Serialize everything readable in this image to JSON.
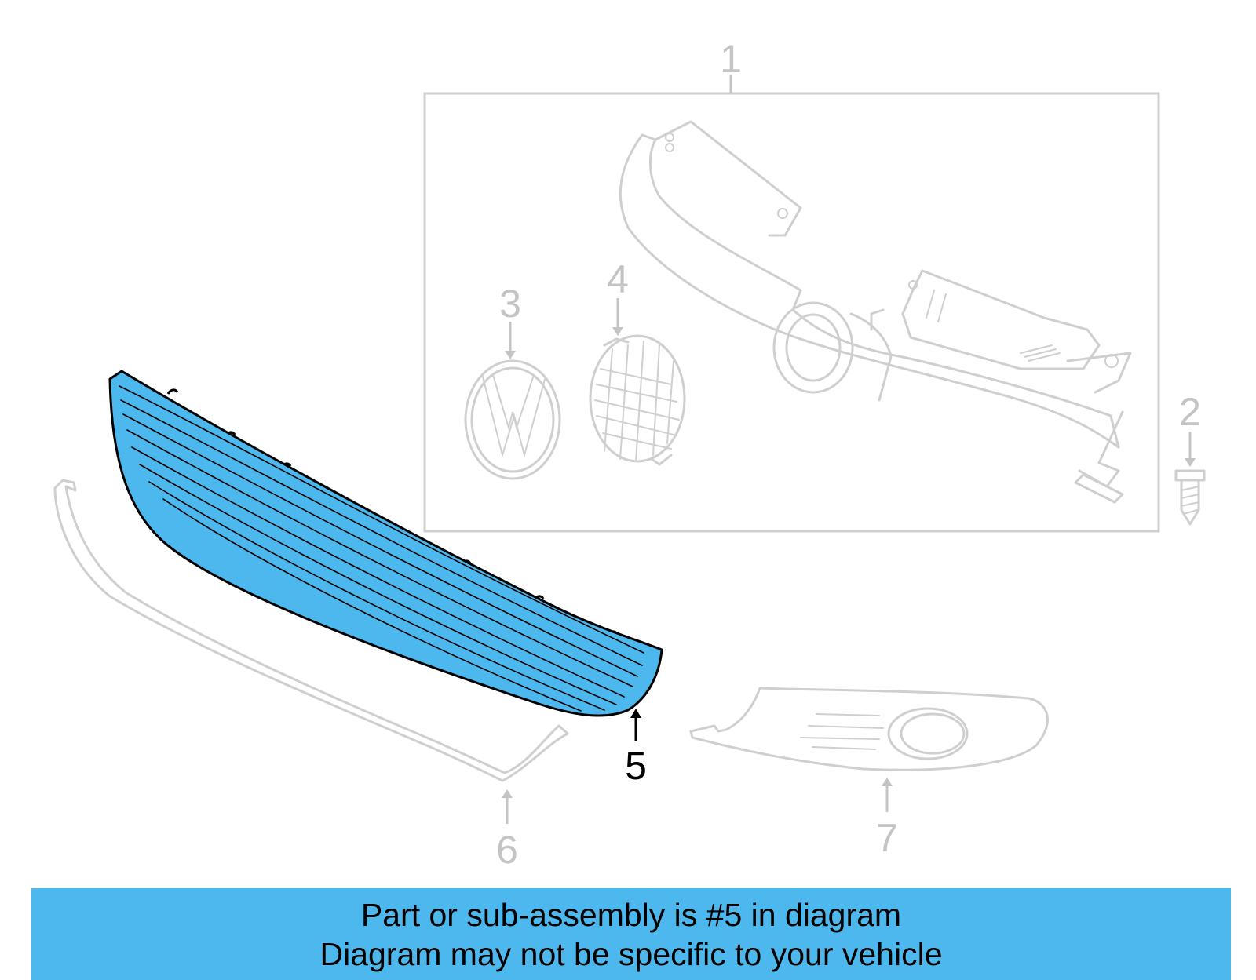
{
  "diagram": {
    "callouts": [
      {
        "id": "1",
        "label": "1",
        "highlighted": false
      },
      {
        "id": "2",
        "label": "2",
        "highlighted": false
      },
      {
        "id": "3",
        "label": "3",
        "highlighted": false
      },
      {
        "id": "4",
        "label": "4",
        "highlighted": false
      },
      {
        "id": "5",
        "label": "5",
        "highlighted": true
      },
      {
        "id": "6",
        "label": "6",
        "highlighted": false
      },
      {
        "id": "7",
        "label": "7",
        "highlighted": false
      }
    ],
    "highlight_color": "#4db8ee",
    "faded_color": "#cfcfcf"
  },
  "footer": {
    "line1": "Part or sub-assembly is #5 in diagram",
    "line2": "Diagram may not be specific to your vehicle",
    "background": "#4db8ee"
  }
}
